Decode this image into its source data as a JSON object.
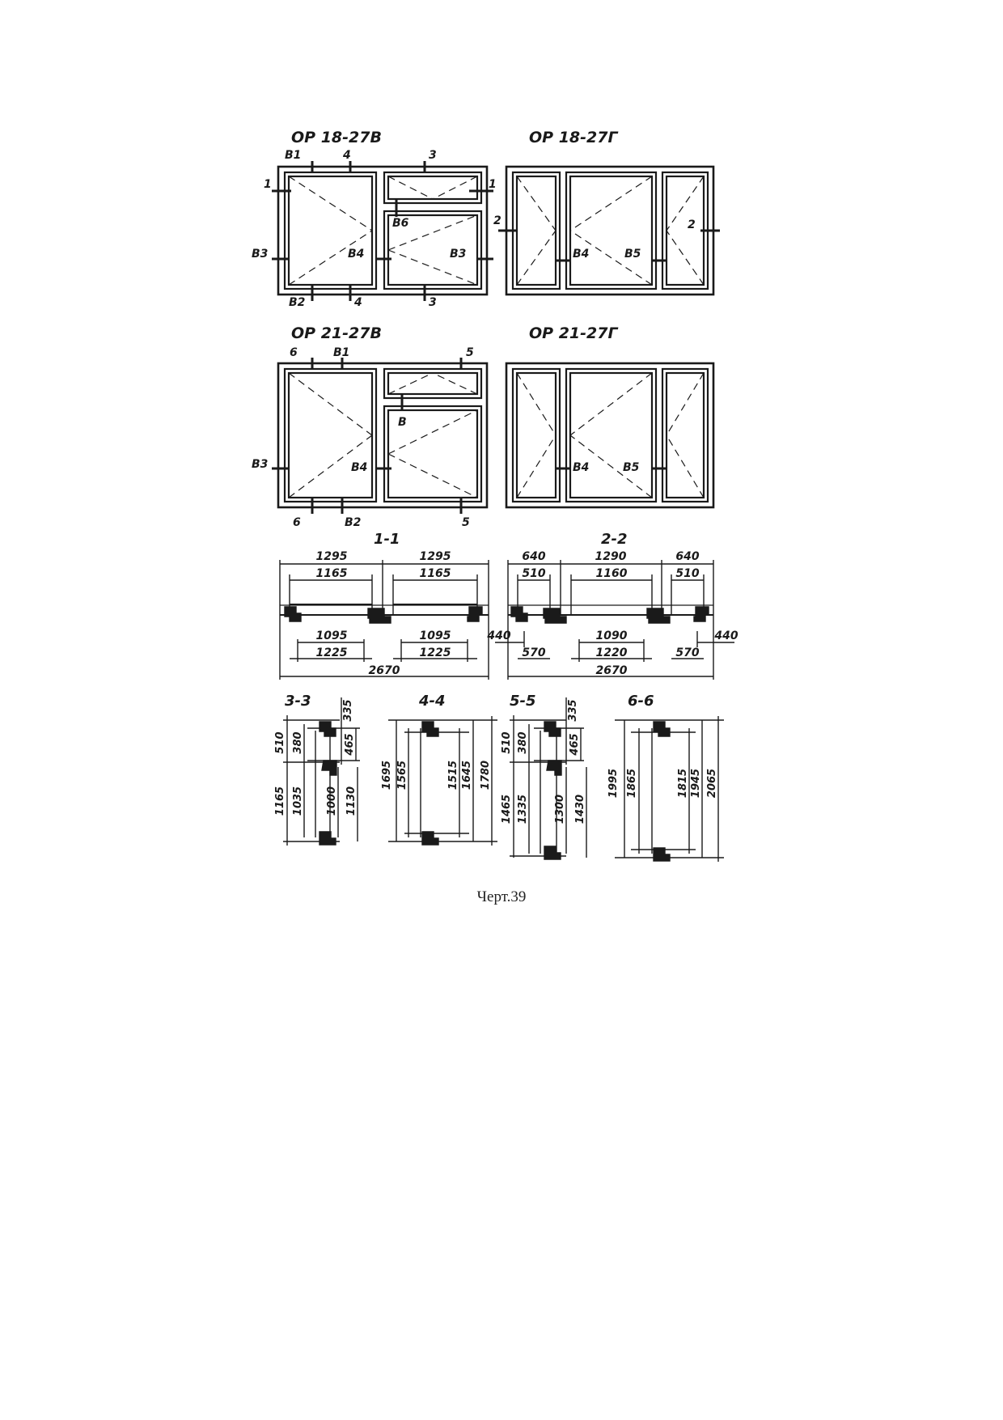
{
  "drawings": {
    "or18_27v": {
      "title": "ОР 18-27В",
      "labels": {
        "v1": "В1",
        "c4_top": "4",
        "c3_top": "3",
        "c1_left": "1",
        "c1_right": "1",
        "v6": "В6",
        "v3_left": "В3",
        "v4": "В4",
        "v3_right": "В3",
        "v2": "В2",
        "c4_bottom": "4",
        "c3_bottom": "3"
      }
    },
    "or18_27g": {
      "title": "ОР 18-27Г",
      "labels": {
        "c2_left": "2",
        "c2_right": "2",
        "v4": "В4",
        "v5": "В5"
      }
    },
    "or21_27v": {
      "title": "ОР 21-27В",
      "labels": {
        "c6_top": "6",
        "v1": "В1",
        "c5_top": "5",
        "v": "В",
        "v3": "В3",
        "v4": "В4",
        "c6_bottom": "6",
        "v2": "В2",
        "c5_bottom": "5"
      }
    },
    "or21_27g": {
      "title": "ОР 21-27Г",
      "labels": {
        "v4": "В4",
        "v5": "В5"
      }
    }
  },
  "sections": {
    "s1_1": {
      "title": "1-1",
      "dims": {
        "top_left": "1295",
        "top_right": "1295",
        "mid_left": "1165",
        "mid_right": "1165",
        "low_left": "1095",
        "low_right": "1095",
        "base_left": "1225",
        "base_right": "1225",
        "total": "2670"
      }
    },
    "s2_2": {
      "title": "2-2",
      "dims": {
        "top_left": "640",
        "top_mid": "1290",
        "top_right": "640",
        "mid_left": "510",
        "mid_mid": "1160",
        "mid_right": "510",
        "side_left": "440",
        "low_mid": "1090",
        "side_right": "440",
        "base_left": "570",
        "base_mid": "1220",
        "base_right": "570",
        "total": "2670"
      }
    },
    "s3_3": {
      "title": "3-3",
      "dims": [
        "510",
        "380",
        "335",
        "465",
        "1165",
        "1035",
        "1000",
        "1130"
      ]
    },
    "s4_4": {
      "title": "4-4",
      "dims": [
        "1695",
        "1565",
        "1515",
        "1645",
        "1780"
      ]
    },
    "s5_5": {
      "title": "5-5",
      "dims": [
        "510",
        "380",
        "335",
        "465",
        "1465",
        "1335",
        "1300",
        "1430"
      ]
    },
    "s6_6": {
      "title": "6-6",
      "dims": [
        "1995",
        "1865",
        "1815",
        "1945",
        "2065"
      ]
    }
  },
  "caption": "Черт.39"
}
